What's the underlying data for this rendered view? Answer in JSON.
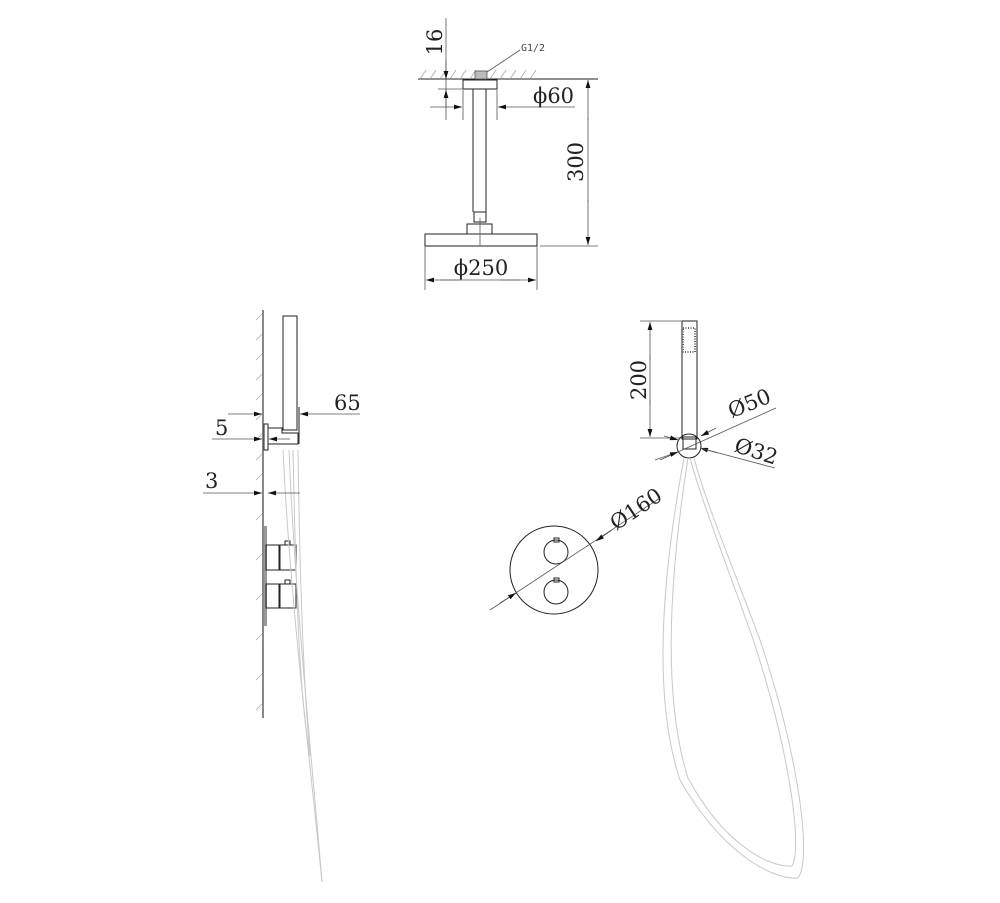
{
  "drawing": {
    "type": "technical-dimension-drawing",
    "views": {
      "overhead_shower": {
        "labels": {
          "thread": "G1/2",
          "flange_height": "16",
          "flange_diameter": "ϕ60",
          "arm_length": "300",
          "head_diameter": "ϕ250"
        }
      },
      "side_view": {
        "labels": {
          "holder_projection": "65",
          "holder_base": "5",
          "plate_thickness": "3"
        }
      },
      "hand_shower": {
        "labels": {
          "handset_length": "200",
          "holder_outer_diameter": "Ø50",
          "holder_inner_diameter": "Ø32"
        }
      },
      "valve_plate": {
        "labels": {
          "plate_diameter": "Ø160"
        }
      }
    },
    "colors": {
      "line": "#222222",
      "hose": "#c8c8c8",
      "background": "#ffffff"
    }
  }
}
